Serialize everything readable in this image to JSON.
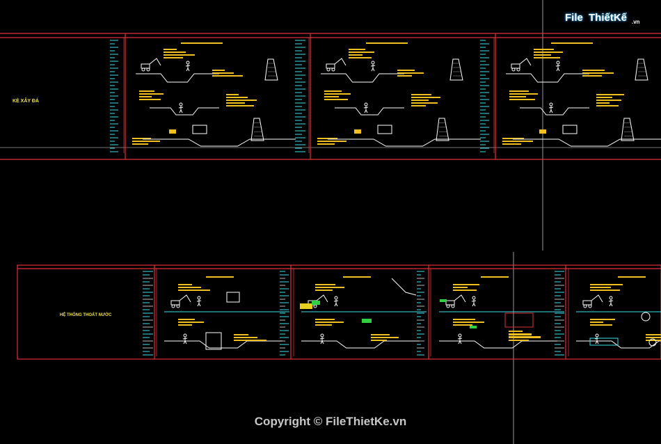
{
  "logo": {
    "file": "File",
    "rest": "ThiếtKế",
    "dotvn": ".vn"
  },
  "copyright": "Copyright © FileThietKe.vn",
  "sections": {
    "top_title": "KÈ XÂY ĐÁ",
    "bottom_title": "HỆ THỐNG THOÁT NƯỚC"
  },
  "colors": {
    "frame": "#e0303a",
    "annotation": "#f0c020",
    "line": "#ffffff",
    "cyan": "#40e0f0",
    "green": "#30d040",
    "background": "#000000"
  }
}
